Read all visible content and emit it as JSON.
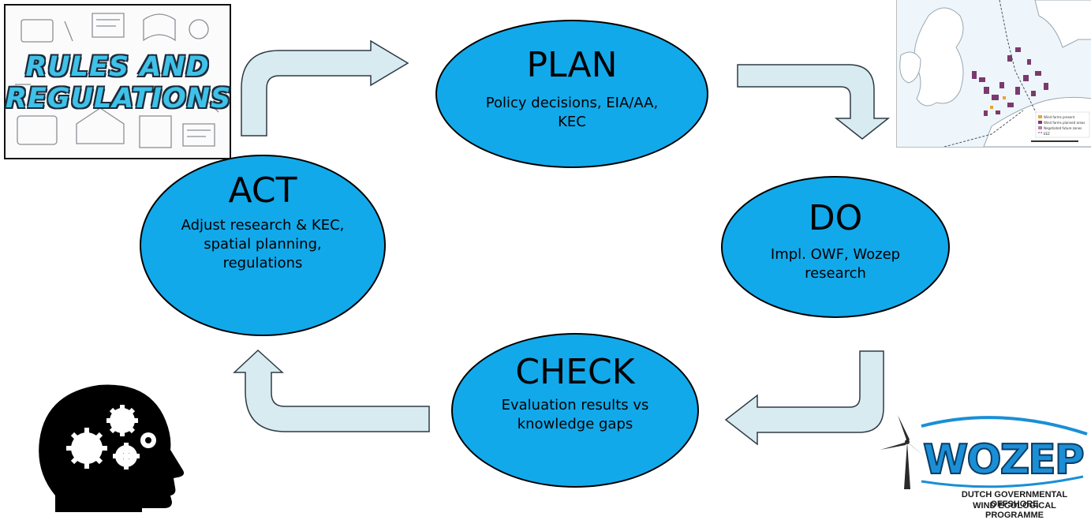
{
  "diagram": {
    "nodes": [
      {
        "id": "plan",
        "title": "PLAN",
        "description": "Policy decisions, EIA/AA, KEC"
      },
      {
        "id": "do",
        "title": "DO",
        "description": "Impl. OWF, Wozep research"
      },
      {
        "id": "check",
        "title": "CHECK",
        "description": "Evaluation results vs knowledge gaps"
      },
      {
        "id": "act",
        "title": "ACT",
        "description": "Adjust research & KEC, spatial planning, regulations"
      }
    ],
    "edges": [
      {
        "from": "act",
        "to": "plan"
      },
      {
        "from": "plan",
        "to": "do"
      },
      {
        "from": "do",
        "to": "check"
      },
      {
        "from": "check",
        "to": "act"
      }
    ]
  },
  "colors": {
    "node_fill": "#12a9ea",
    "node_border": "#000000",
    "arrow_fill": "#d8ebf0",
    "arrow_stroke": "#2f3b45"
  },
  "rules_picture": {
    "line1": "RULES AND",
    "line2": "REGULATIONS"
  },
  "map": {
    "legend": [
      "Wind farms present",
      "Wind farms planned areas",
      "Negotiated future zones",
      "EEZ"
    ]
  },
  "logo": {
    "name": "WOZEP",
    "line1": "DUTCH GOVERNMENTAL OFFSHORE",
    "line2": "WIND ECOLOGICAL PROGRAMME"
  },
  "icons": [
    "head-gears-icon",
    "wind-turbine-icon"
  ]
}
